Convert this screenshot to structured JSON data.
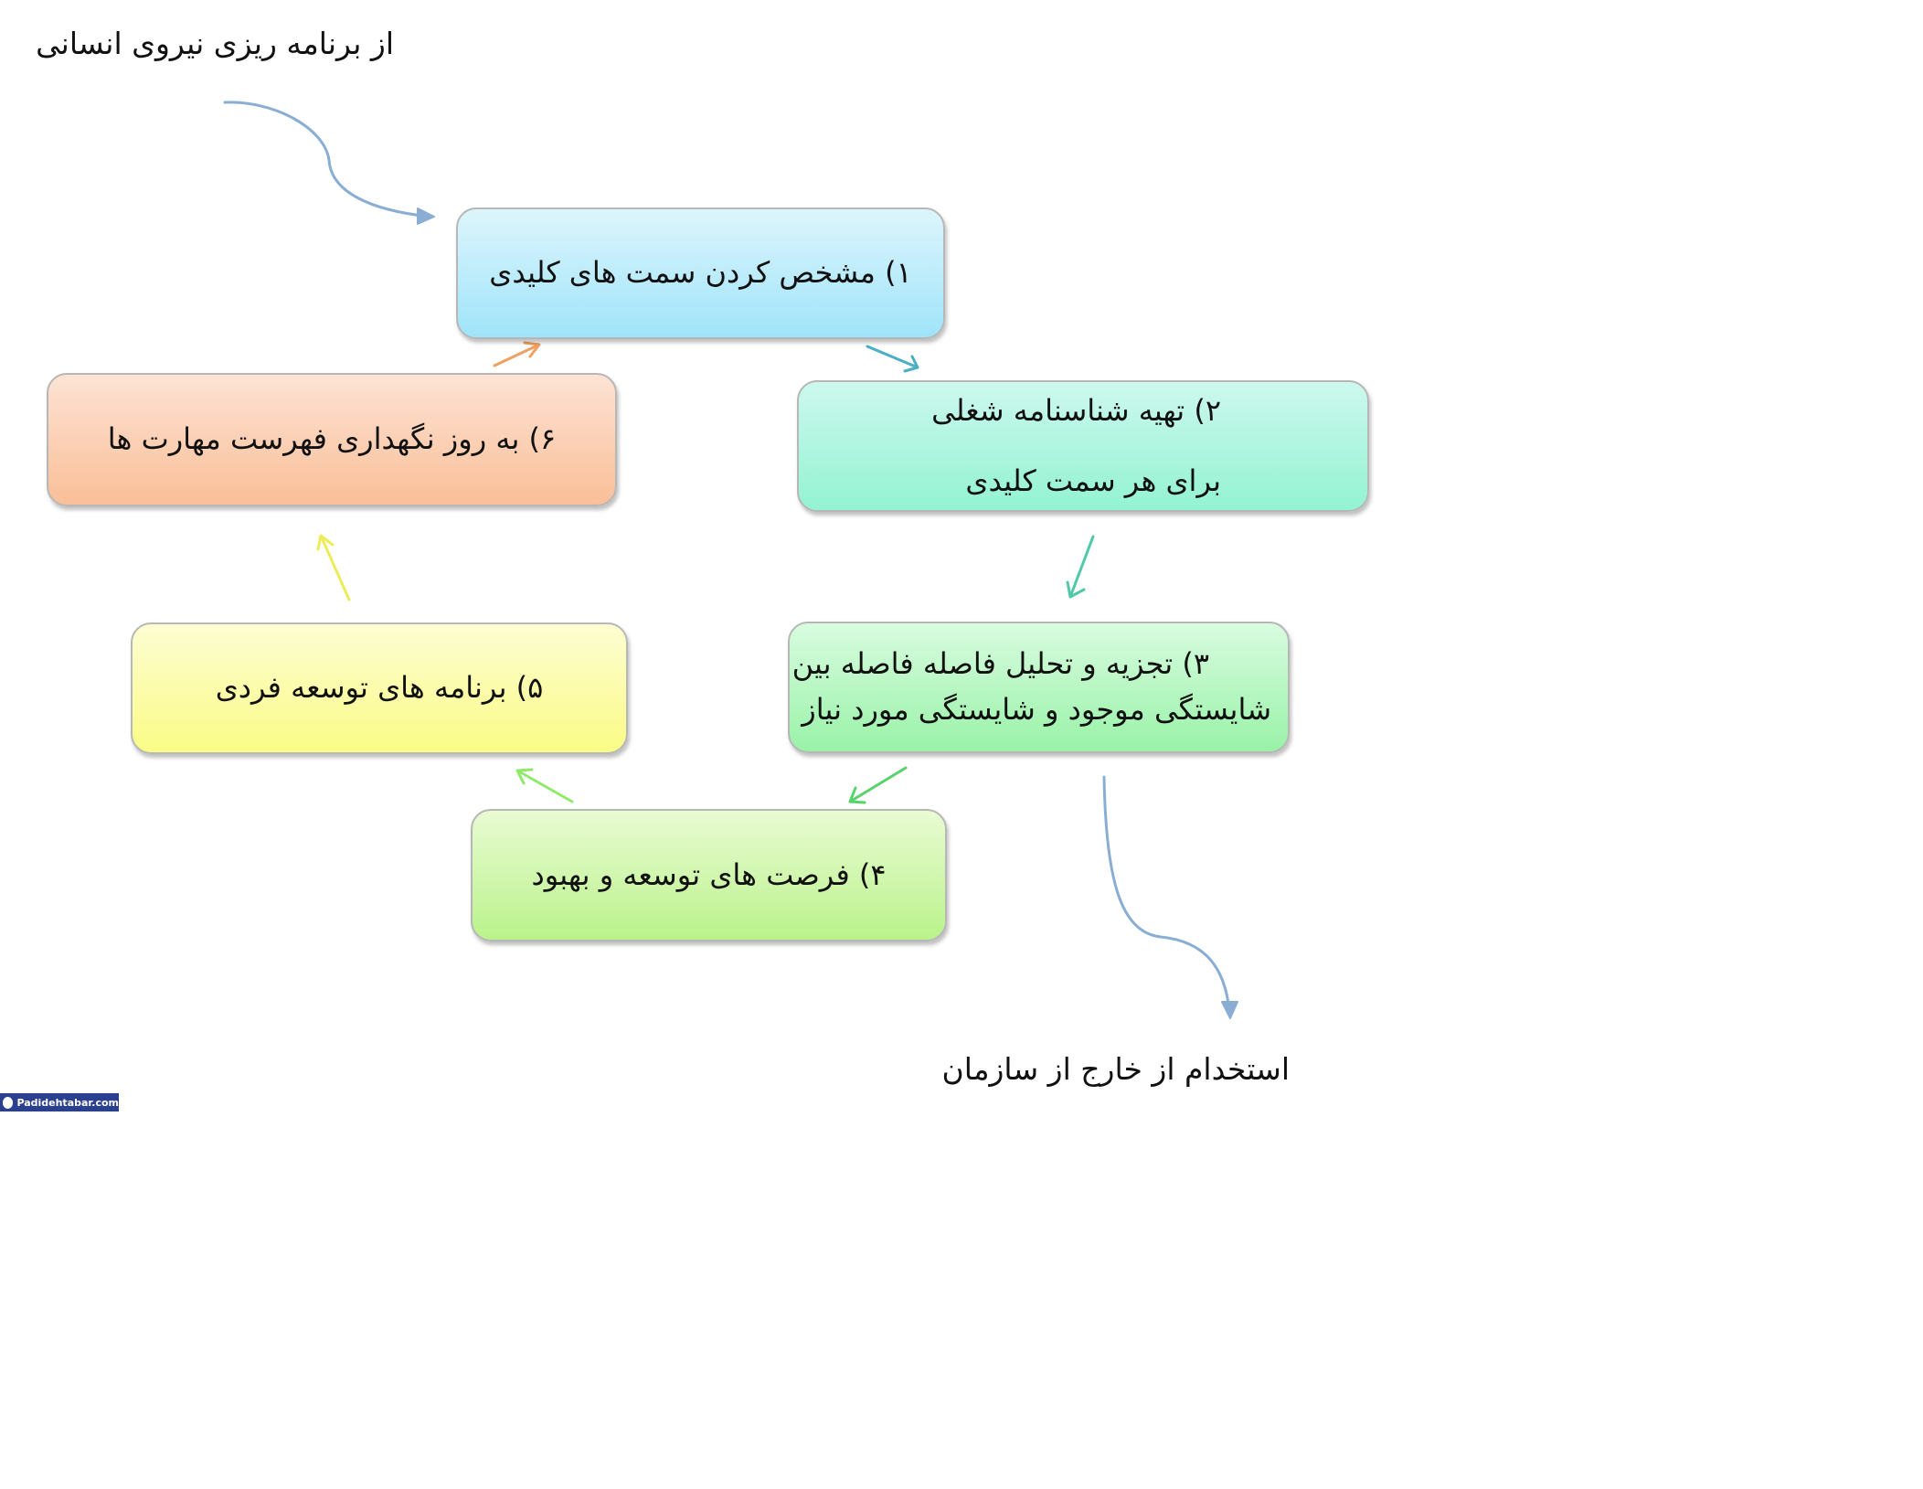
{
  "input_label": "از برنامه ریزی نیروی انسانی",
  "output_label": "استخدام از خارج از سازمان",
  "steps": [
    {
      "lines": [
        "۱) مشخص کردن سمت های کلیدی"
      ]
    },
    {
      "lines": [
        "۲) تهیه شناسنامه شغلی",
        "برای هر سمت کلیدی"
      ]
    },
    {
      "lines": [
        "۳) تجزیه و تحلیل فاصله فاصله بین",
        "شایستگی موجود و شایستگی مورد نیاز"
      ]
    },
    {
      "lines": [
        "۴) فرصت های توسعه و بهبود"
      ]
    },
    {
      "lines": [
        "۵) برنامه های توسعه فردی"
      ]
    },
    {
      "lines": [
        "۶) به روز نگهداری فهرست مهارت ها"
      ]
    }
  ],
  "colors": {
    "io_arrow": "#8aaed3",
    "arrow_1_2": "#4aaec4",
    "arrow_2_3": "#4fc9a8",
    "arrow_3_4": "#58d36a",
    "arrow_4_5": "#8fea6a",
    "arrow_5_6": "#ecec5a",
    "arrow_6_1": "#f0a060"
  },
  "watermark": "Padidehtabar.com"
}
